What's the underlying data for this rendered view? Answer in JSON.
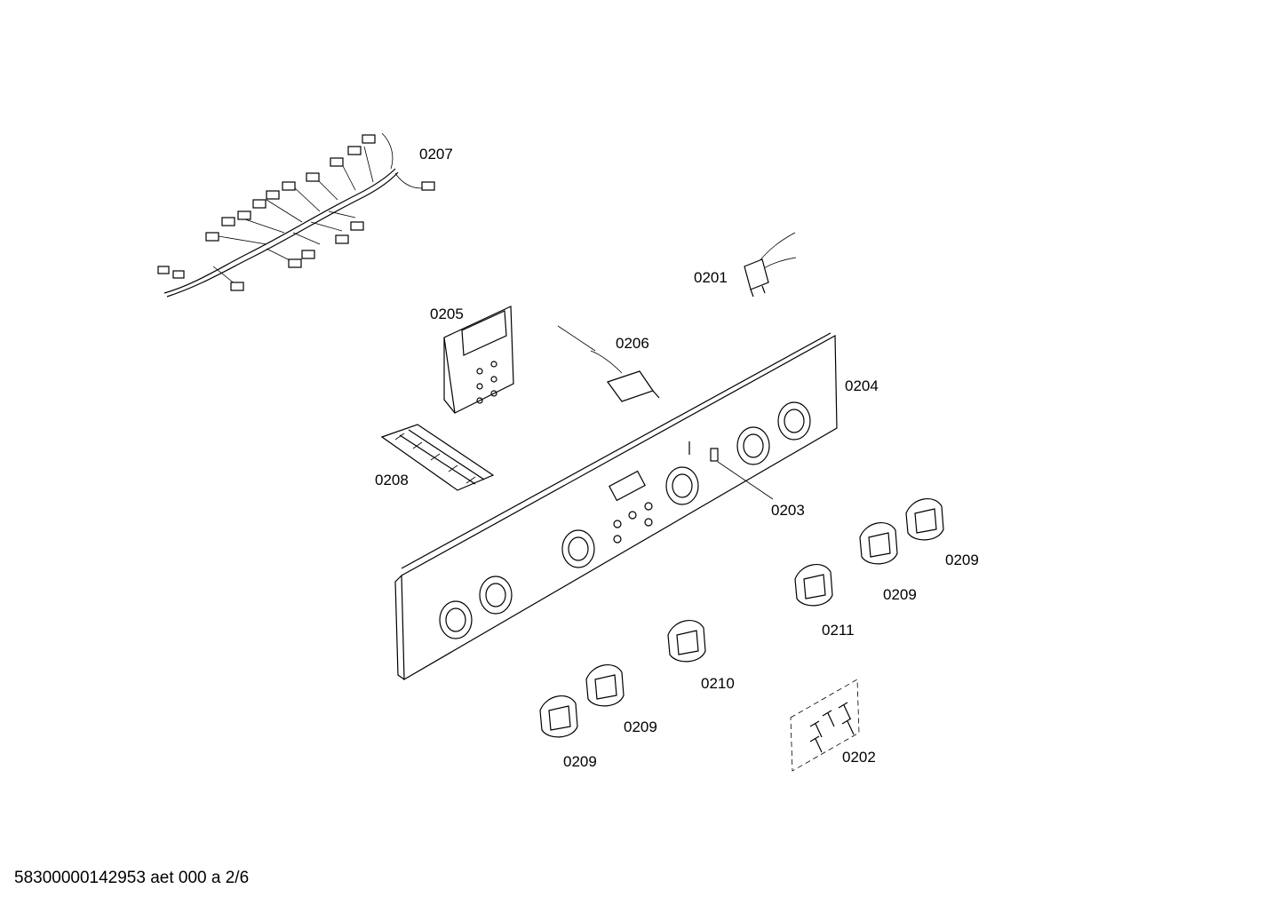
{
  "callouts": {
    "c0201": "0201",
    "c0202": "0202",
    "c0203": "0203",
    "c0204": "0204",
    "c0205": "0205",
    "c0206": "0206",
    "c0207": "0207",
    "c0208": "0208",
    "c0209a": "0209",
    "c0209b": "0209",
    "c0209c": "0209",
    "c0209d": "0209",
    "c0210": "0210",
    "c0211": "0211"
  },
  "footer": {
    "document_id": "58300000142953 aet 000 a 2/6"
  }
}
